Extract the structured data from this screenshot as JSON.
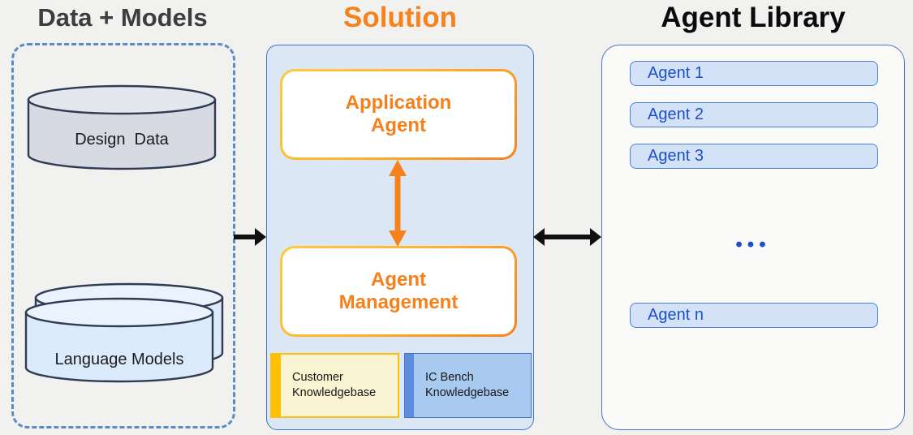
{
  "colors": {
    "page_background": "#f1f1ef",
    "accent_orange": "#f5821c",
    "accent_gold": "#ffc000",
    "accent_blue": "#4472c4",
    "agent_text_blue": "#1d50c8",
    "left_title_gray": "#3d3d3d",
    "library_title_black": "#0b0b0b",
    "solution_panel_fill": "#dce7f5",
    "customer_kb_fill": "#faf3d2",
    "icbench_kb_fill": "#a9caf0",
    "cylinder_gray_fill": "#d7dae2",
    "cylinder_blue_fill": "#dcebfb"
  },
  "data_models": {
    "title": "Data + Models",
    "design_data_label": "Design  Data",
    "language_models_label": "Language Models"
  },
  "solution": {
    "title": "Solution",
    "application_agent_label": "Application\nAgent",
    "agent_management_label": "Agent\nManagement",
    "customer_kb_label": "Customer\nKnowledgebase",
    "icbench_kb_label": "IC Bench\nKnowledgebase"
  },
  "agent_library": {
    "title": "Agent Library",
    "items": [
      "Agent 1",
      "Agent 2",
      "Agent 3"
    ],
    "ellipsis": "•••",
    "last_item": "Agent n"
  }
}
